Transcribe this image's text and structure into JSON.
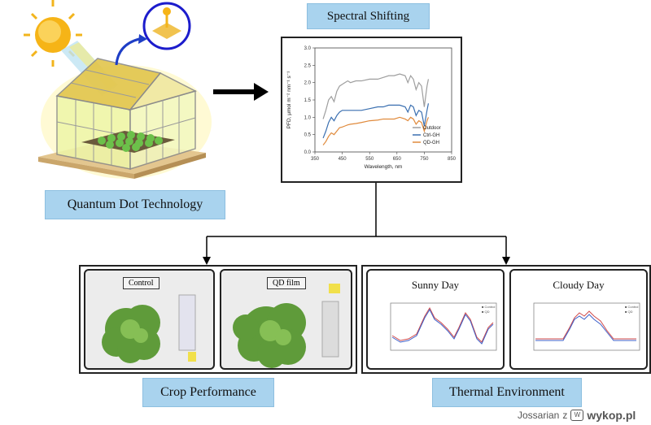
{
  "labels": {
    "spectral_shifting": "Spectral Shifting",
    "quantum_dot": "Quantum Dot Technology",
    "crop_performance": "Crop Performance",
    "thermal_environment": "Thermal Environment"
  },
  "photos": {
    "control": "Control",
    "qd_film": "QD film"
  },
  "thermal": {
    "sunny": "Sunny Day",
    "cloudy": "Cloudy Day"
  },
  "watermark": {
    "user": "Jossarian",
    "separator": "z",
    "site": "wykop.pl"
  },
  "chart_data": {
    "type": "line",
    "xlabel": "Wavelength, nm",
    "ylabel": "PFD, μmol m⁻² nm⁻¹ s⁻¹",
    "xlim": [
      350,
      850
    ],
    "ylim": [
      0,
      3.0
    ],
    "xticks": [
      "350",
      "450",
      "550",
      "650",
      "750",
      "850"
    ],
    "yticks": [
      "0.0",
      "0.5",
      "1.0",
      "1.5",
      "2.0",
      "2.5",
      "3.0"
    ],
    "legend_position": "bottom-right",
    "series": [
      {
        "name": "Outdoor",
        "color": "#9e9e9e",
        "x": [
          380,
          390,
          400,
          410,
          420,
          430,
          440,
          450,
          460,
          470,
          480,
          500,
          520,
          550,
          580,
          600,
          620,
          640,
          660,
          680,
          690,
          700,
          710,
          720,
          730,
          740,
          750,
          760,
          765
        ],
        "y": [
          0.95,
          1.2,
          1.5,
          1.6,
          1.45,
          1.75,
          1.9,
          1.95,
          2.0,
          2.05,
          2.0,
          2.05,
          2.05,
          2.1,
          2.1,
          2.15,
          2.2,
          2.2,
          2.25,
          2.2,
          2.0,
          2.2,
          2.1,
          1.8,
          2.0,
          1.9,
          1.3,
          1.9,
          2.1
        ]
      },
      {
        "name": "Ctrl-GH",
        "color": "#3a6fb0",
        "x": [
          380,
          390,
          400,
          410,
          420,
          430,
          440,
          450,
          460,
          470,
          480,
          500,
          520,
          550,
          580,
          600,
          620,
          640,
          660,
          680,
          690,
          700,
          710,
          720,
          730,
          740,
          750,
          760,
          765
        ],
        "y": [
          0.4,
          0.6,
          0.85,
          1.0,
          0.9,
          1.05,
          1.15,
          1.2,
          1.2,
          1.2,
          1.2,
          1.2,
          1.2,
          1.25,
          1.3,
          1.3,
          1.35,
          1.35,
          1.35,
          1.3,
          1.15,
          1.35,
          1.3,
          1.05,
          1.2,
          1.15,
          0.75,
          1.2,
          1.4
        ]
      },
      {
        "name": "QD-GH",
        "color": "#e08a3c",
        "x": [
          380,
          390,
          400,
          410,
          420,
          430,
          440,
          450,
          460,
          470,
          480,
          500,
          520,
          550,
          580,
          600,
          620,
          640,
          660,
          680,
          690,
          700,
          710,
          720,
          730,
          740,
          750,
          760,
          765
        ],
        "y": [
          0.2,
          0.3,
          0.45,
          0.55,
          0.5,
          0.6,
          0.7,
          0.72,
          0.75,
          0.78,
          0.8,
          0.82,
          0.85,
          0.9,
          0.92,
          0.95,
          0.95,
          0.95,
          1.0,
          0.95,
          0.9,
          1.0,
          0.95,
          0.8,
          0.9,
          0.85,
          0.6,
          0.9,
          1.0
        ]
      }
    ]
  }
}
